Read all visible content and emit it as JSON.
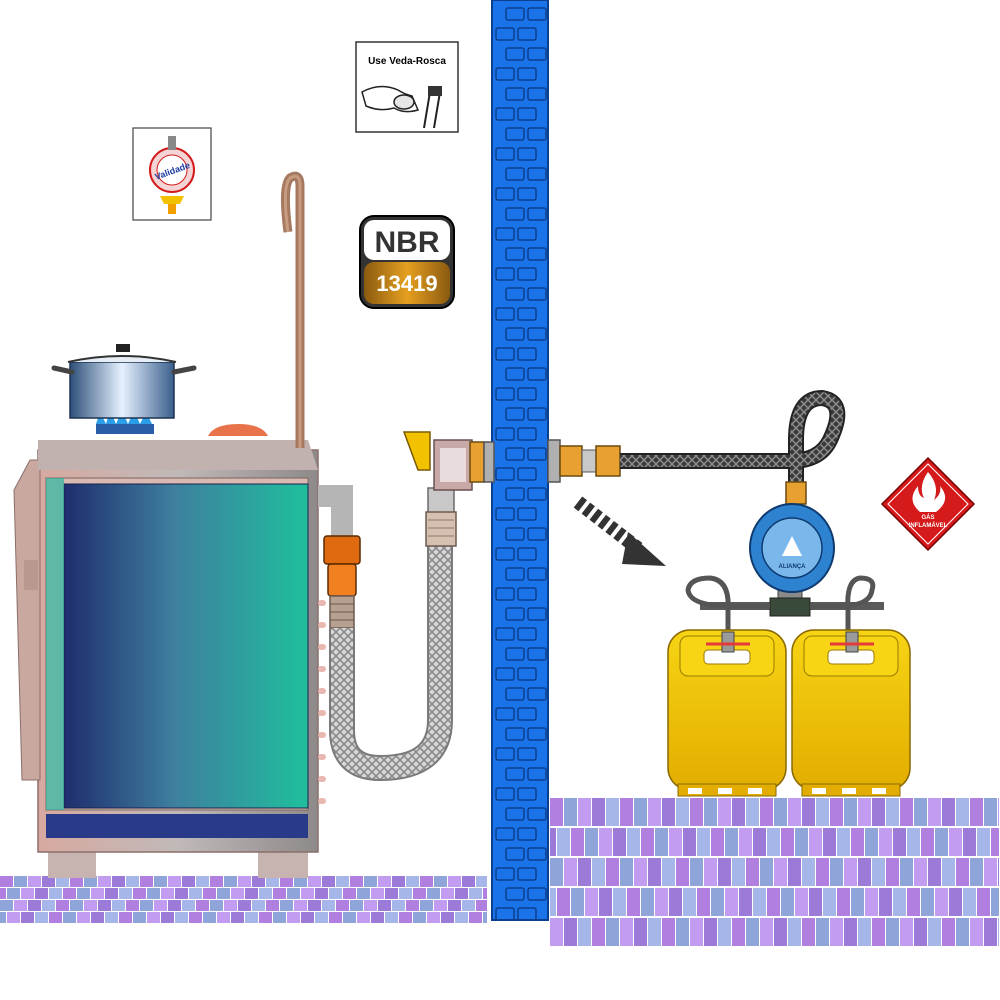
{
  "signs": {
    "veda_rosca": "Use Veda-Rosca",
    "validade": "Validade",
    "nbr_top": "NBR",
    "nbr_number": "13419",
    "hazard_line1": "GÁS",
    "hazard_line2": "INFLAMÁVEL"
  },
  "regulator": {
    "brand": "ALIANÇA"
  },
  "colors": {
    "wall_brick": "#1a73e8",
    "floor_brick": "#b07fe0",
    "cylinder": "#f2c200",
    "regulator": "#3a8fd8",
    "stove_panel": "#2bb8a0",
    "nbr_gold": "#b8860b",
    "hazard_red": "#d41a1a"
  },
  "icons": [
    "pot-icon",
    "flame-icon",
    "hand-thread-tape-icon",
    "flame-hazard-icon",
    "arrow-icon"
  ]
}
